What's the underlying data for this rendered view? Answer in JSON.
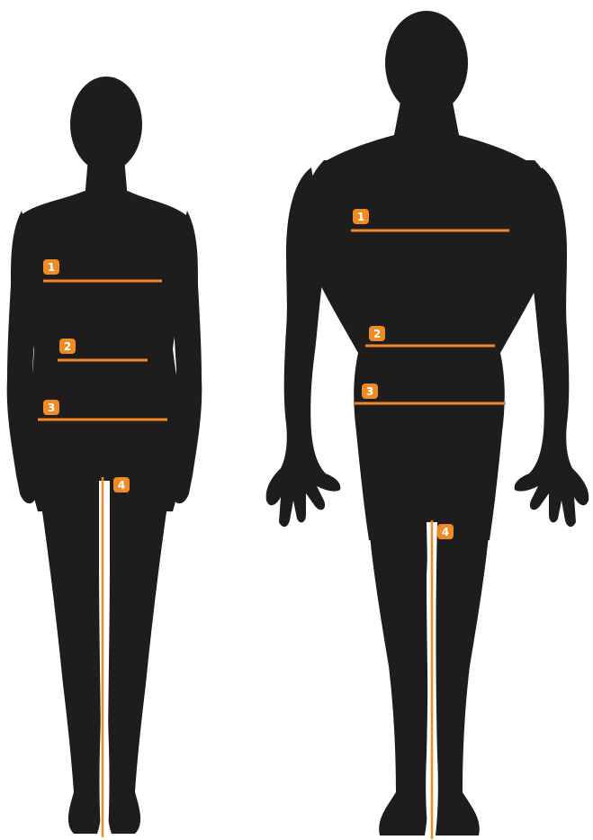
{
  "colors": {
    "background": "#ffffff",
    "silhouette": "#1f1c1d",
    "accent": "#ef8a25",
    "badge_text": "#ffffff"
  },
  "figures": {
    "woman": {
      "markers": [
        {
          "label": "1"
        },
        {
          "label": "2"
        },
        {
          "label": "3"
        },
        {
          "label": "4"
        }
      ]
    },
    "man": {
      "markers": [
        {
          "label": "1"
        },
        {
          "label": "2"
        },
        {
          "label": "3"
        },
        {
          "label": "4"
        }
      ]
    }
  }
}
